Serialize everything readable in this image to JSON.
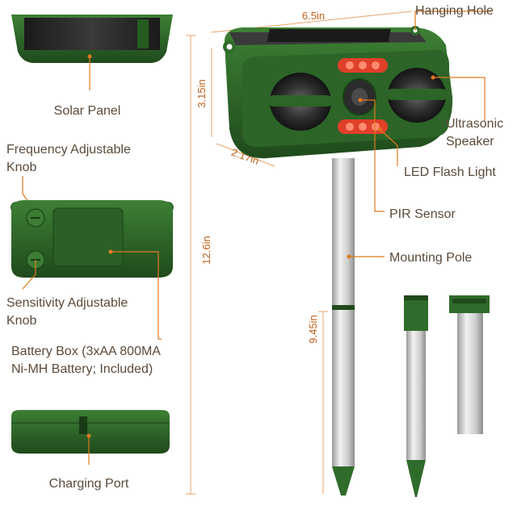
{
  "labels": {
    "solar_panel": "Solar Panel",
    "freq_knob_1": "Frequency Adjustable",
    "freq_knob_2": "Knob",
    "sens_knob_1": "Sensitivity Adjustable",
    "sens_knob_2": "Knob",
    "battery_1": "Battery Box (3xAA 800MA",
    "battery_2": "Ni-MH Battery; Included)",
    "charging_port": "Charging Port",
    "hanging_hole": "Hanging Hole",
    "speaker_1": "Ultrasonic",
    "speaker_2": "Speaker",
    "led": "LED Flash Light",
    "pir": "PIR Sensor",
    "pole": "Mounting Pole"
  },
  "dimensions": {
    "width": "6.5in",
    "height": "3.15in",
    "depth": "2.17in",
    "total_height": "12.6in",
    "pole_length": "9.45in"
  },
  "colors": {
    "housing_green": "#2f6b2a",
    "housing_dark": "#1f4a1c",
    "accent_orange": "#e07a1f",
    "led_red": "#e0402a",
    "pole_silver": "#c9c9c9",
    "text": "#5a4a3a"
  }
}
